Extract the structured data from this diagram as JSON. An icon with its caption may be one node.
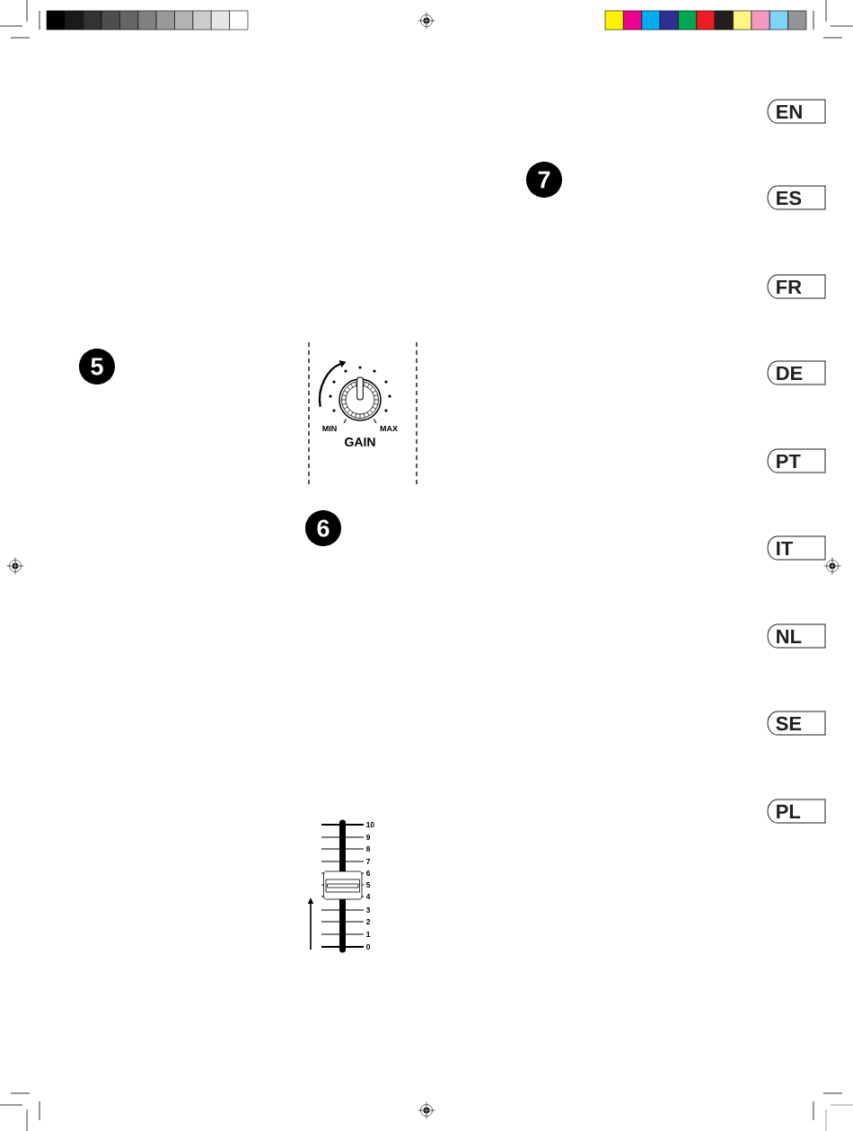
{
  "diagram": {
    "nodes": [
      {
        "text": [
          "5"
        ]
      },
      {
        "text": [
          "6"
        ]
      },
      {
        "text": [
          "7"
        ]
      },
      {
        "text": [
          "EN"
        ]
      },
      {
        "text": [
          "ES"
        ]
      },
      {
        "text": [
          "FR"
        ]
      },
      {
        "text": [
          "DE"
        ]
      },
      {
        "text": [
          "PT"
        ]
      },
      {
        "text": [
          "IT"
        ]
      },
      {
        "text": [
          "NL"
        ]
      },
      {
        "text": [
          "SE"
        ]
      },
      {
        "text": [
          "PL"
        ]
      }
    ],
    "labels": [
      "MIN",
      "MAX",
      "GAIN",
      "10",
      "9",
      "8",
      "7",
      "6",
      "5",
      "4",
      "3",
      "2",
      "1",
      "0"
    ]
  }
}
